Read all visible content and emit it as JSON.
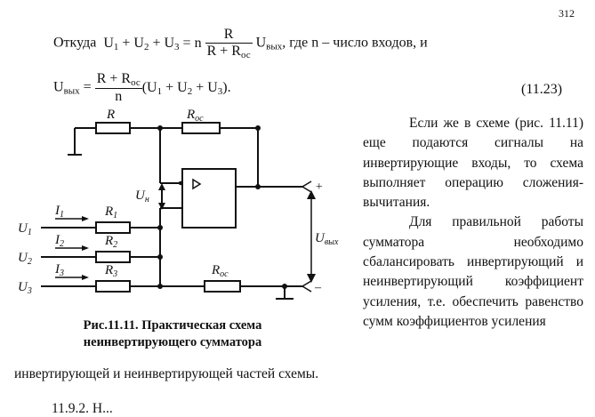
{
  "page_number": "312",
  "eq1": {
    "lead": "Откуда",
    "lhs": [
      "U",
      "1",
      " + U",
      "2",
      " + U",
      "3",
      " = n "
    ],
    "frac_num": "R",
    "frac_den_main": "R + R",
    "frac_den_sub": "ос",
    "rhs_main": " U",
    "rhs_sub": "вых",
    "tail": ", где n – число входов, и"
  },
  "eq2": {
    "lhs_main": "U",
    "lhs_sub": "вых",
    "equals": " = ",
    "frac_num_main": "R + R",
    "frac_num_sub": "ос",
    "frac_den": "n",
    "rhs": [
      "(U",
      "1",
      " + U",
      "2",
      " + U",
      "3",
      ")."
    ],
    "number": "(11.23)"
  },
  "circuit": {
    "label_R": "R",
    "label_Roc_top": "R",
    "label_Roc_top_sub": "ос",
    "label_Roc_bottom": "R",
    "label_Roc_bottom_sub": "ос",
    "label_R1": "R",
    "label_R1_sub": "1",
    "label_R2": "R",
    "label_R2_sub": "2",
    "label_R3": "R",
    "label_R3_sub": "3",
    "label_I1": "I",
    "label_I1_sub": "1",
    "label_I2": "I",
    "label_I2_sub": "2",
    "label_I3": "I",
    "label_I3_sub": "3",
    "label_U1": "U",
    "label_U1_sub": "1",
    "label_U2": "U",
    "label_U2_sub": "2",
    "label_U3": "U",
    "label_U3_sub": "3",
    "label_Un": "U",
    "label_Un_sub": "н",
    "label_Uout": "U",
    "label_Uout_sub": "вых",
    "amp_symbol": "▷",
    "plus": "+",
    "minus": "–"
  },
  "caption": {
    "line1": "Рис.11.11. Практическая схема",
    "line2": "неинвертирующего сумматора"
  },
  "paragraph1": "Если же в схеме (рис. 11.11) еще подаются сигналы на инвертирующие входы, то схема выполняет операцию сложения-вычитания.",
  "paragraph2": "Для правильной работы сумматора необходимо сбалансировать инвертирующий и неинвертирующий коэффициент усиления, т.е. обеспечить равенство сумм коэффициентов усиления",
  "continuation": "инвертирующей и неинвертирующей частей схемы.",
  "cut_text": "11.9.2. Н..."
}
